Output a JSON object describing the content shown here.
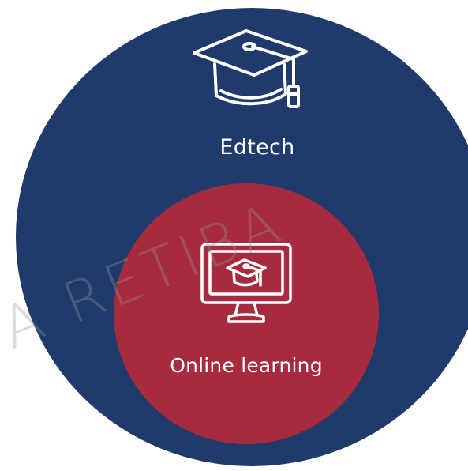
{
  "outer": {
    "label": "Edtech",
    "color": "#1f3a6b",
    "icon": "graduation-cap-icon"
  },
  "inner": {
    "label": "Online learning",
    "color": "#a72b3e",
    "icon": "monitor-graduation-cap-icon"
  },
  "watermark": {
    "text": "A RETIBA"
  }
}
